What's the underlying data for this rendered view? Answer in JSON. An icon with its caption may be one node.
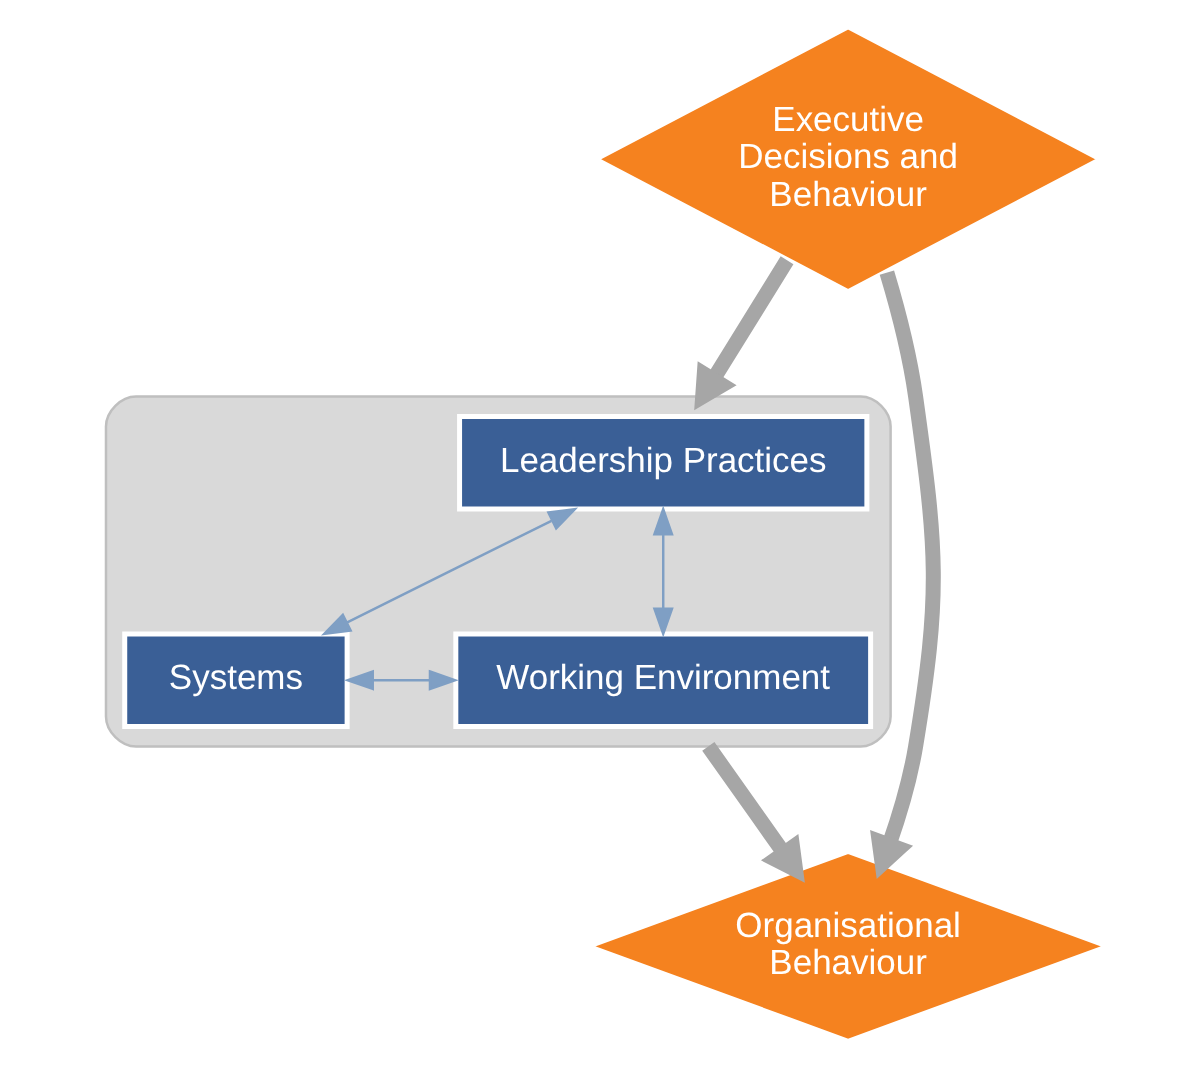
{
  "diagram": {
    "nodes": [
      {
        "text": [
          "Executive Decisions and Behaviour"
        ]
      },
      {
        "text": [],
        "shape": "box"
      },
      {
        "text": [
          "Leadership Practices"
        ],
        "in": 1
      },
      {
        "text": [
          "Systems"
        ],
        "in": 1
      },
      {
        "text": [
          "Working Environment"
        ],
        "in": 1
      },
      {
        "text": [
          "Organisational Behaviour"
        ]
      }
    ],
    "edges": [
      {
        "from": 0,
        "to": 1,
        "arrow": "to",
        "style": "thick",
        "color": "#a6a6a6"
      },
      {
        "from": 0,
        "to": 5,
        "arrow": "to",
        "style": "thick",
        "color": "#a6a6a6"
      },
      {
        "from": 1,
        "to": 5,
        "arrow": "to",
        "style": "thick",
        "color": "#a6a6a6"
      },
      {
        "from": 2,
        "to": 3,
        "arrow": "both",
        "color": "#7f9fc4"
      },
      {
        "from": 2,
        "to": 4,
        "arrow": "both",
        "color": "#7f9fc4"
      },
      {
        "from": 3,
        "to": 4,
        "arrow": "both",
        "color": "#7f9fc4"
      }
    ]
  }
}
